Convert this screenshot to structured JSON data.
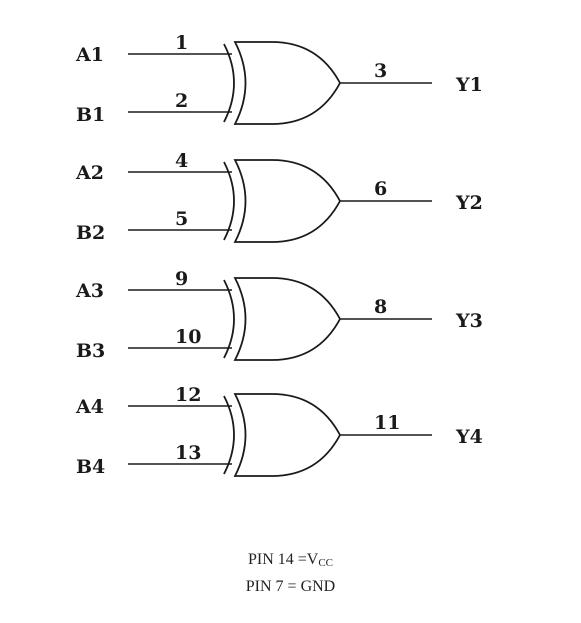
{
  "gates": [
    {
      "input_a": {
        "label": "A1",
        "pin": "1"
      },
      "input_b": {
        "label": "B1",
        "pin": "2"
      },
      "output": {
        "label": "Y1",
        "pin": "3"
      }
    },
    {
      "input_a": {
        "label": "A2",
        "pin": "4"
      },
      "input_b": {
        "label": "B2",
        "pin": "5"
      },
      "output": {
        "label": "Y2",
        "pin": "6"
      }
    },
    {
      "input_a": {
        "label": "A3",
        "pin": "9"
      },
      "input_b": {
        "label": "B3",
        "pin": "10"
      },
      "output": {
        "label": "Y3",
        "pin": "8"
      }
    },
    {
      "input_a": {
        "label": "A4",
        "pin": "12"
      },
      "input_b": {
        "label": "B4",
        "pin": "13"
      },
      "output": {
        "label": "Y4",
        "pin": "11"
      }
    }
  ],
  "footer": {
    "vcc_prefix": "PIN 14 =V",
    "vcc_sub": "CC",
    "gnd": "PIN 7 = GND"
  }
}
